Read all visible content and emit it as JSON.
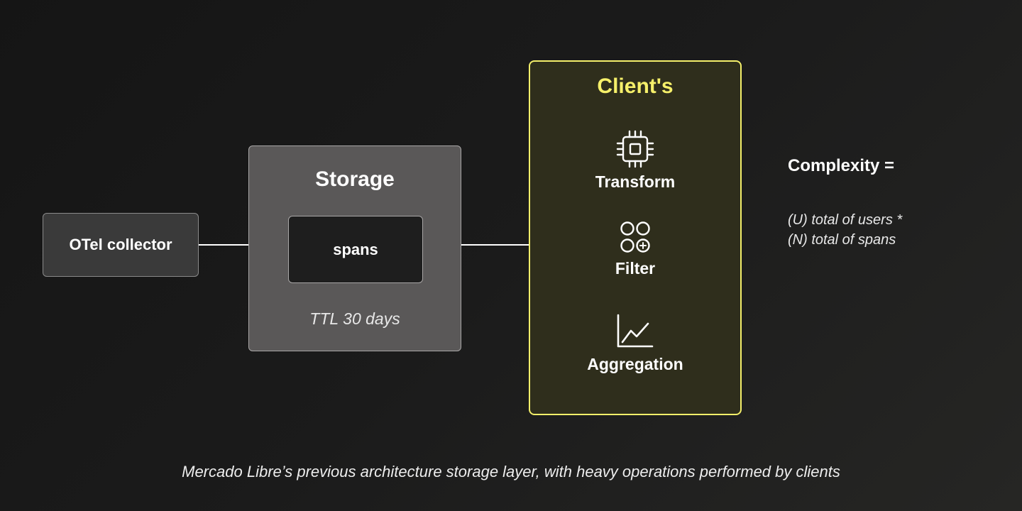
{
  "otel": {
    "label": "OTel collector"
  },
  "storage": {
    "title": "Storage",
    "spans_label": "spans",
    "ttl": "TTL 30 days"
  },
  "clients": {
    "title": "Client's",
    "operations": [
      {
        "label": "Transform",
        "icon": "cpu-chip-icon"
      },
      {
        "label": "Filter",
        "icon": "filter-circles-icon"
      },
      {
        "label": "Aggregation",
        "icon": "line-chart-icon"
      }
    ]
  },
  "complexity": {
    "title": "Complexity =",
    "line1": "(U) total of users *",
    "line2": "(N) total of spans"
  },
  "caption": "Mercado Libre’s previous architecture storage layer, with heavy operations performed by clients",
  "colors": {
    "accent": "#f4ef6a",
    "clients_fill": "#2f2e1c",
    "storage_fill": "#5a5858",
    "otel_fill": "#3a3a3a",
    "spans_fill": "#1e1e1e"
  }
}
